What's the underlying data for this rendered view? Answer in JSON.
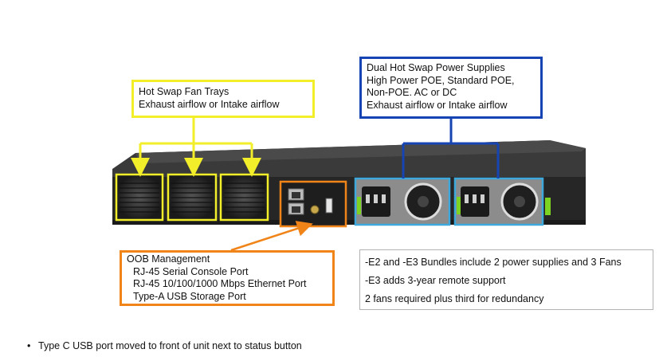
{
  "fan_callout": {
    "lines": [
      "Hot Swap Fan Trays",
      "Exhaust airflow or Intake airflow"
    ],
    "color": "#f2ef2a"
  },
  "psu_callout": {
    "lines": [
      "Dual Hot Swap Power Supplies",
      "High Power POE, Standard POE,",
      "Non-POE.  AC or DC",
      "Exhaust airflow or Intake airflow"
    ],
    "color": "#1645b3"
  },
  "oob_callout": {
    "lines": [
      "OOB Management",
      "RJ-45 Serial Console Port",
      "RJ-45 10/100/1000 Mbps Ethernet Port",
      "Type-A USB Storage Port"
    ],
    "color": "#f08418"
  },
  "notes": [
    "-E2 and -E3 Bundles include 2 power supplies and 3 Fans",
    "-E3 adds 3-year remote support",
    "2 fans required plus third for redundancy"
  ],
  "footnote": {
    "bullet": "•",
    "text": "Type C USB port moved to front of unit next to status button"
  },
  "device": {
    "chassis_color": "#2b2b2b",
    "fan_highlight_color": "#f2ef2a",
    "psu_highlight_color": "#3da8dc",
    "oob_highlight_color": "#f08418"
  }
}
